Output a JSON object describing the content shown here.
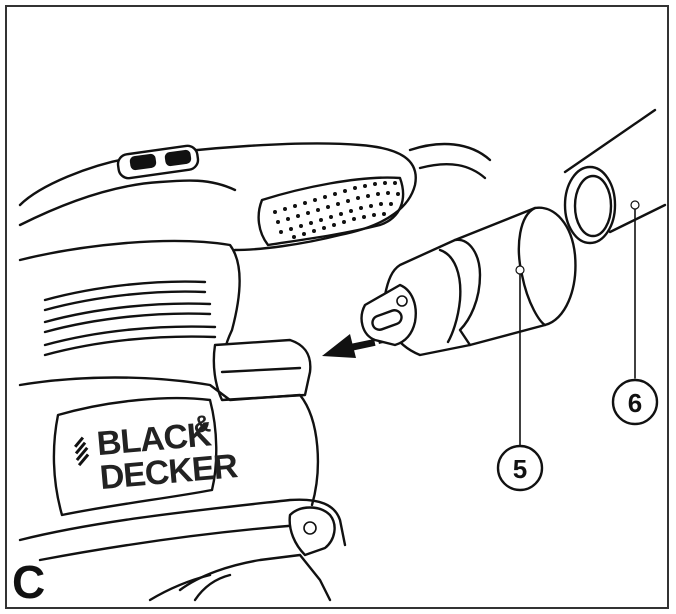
{
  "figure": {
    "panel_label": "C",
    "callouts": [
      {
        "label": "5",
        "refers_to": "dust-extraction-adaptor"
      },
      {
        "label": "6",
        "refers_to": "vacuum-hose"
      }
    ],
    "brand": {
      "line1": "BLACK",
      "amp": "&",
      "line2": "DECKER"
    },
    "colors": {
      "ink": "#111111",
      "paper": "#ffffff",
      "frame": "#333333"
    }
  }
}
